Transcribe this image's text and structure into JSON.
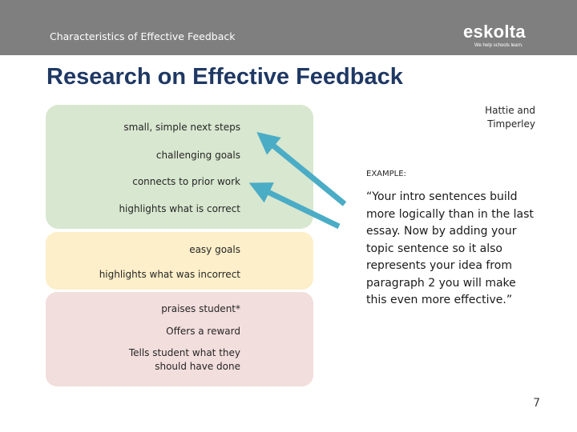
{
  "header": {
    "title": "Characteristics of Effective Feedback",
    "logo_text": "eskolta",
    "logo_tagline": "We help schools learn."
  },
  "slide": {
    "title": "Research on Effective Feedback",
    "attribution": "Hattie and\nTimperley",
    "items": [
      "small, simple next steps",
      "challenging goals",
      "connects to prior work",
      "highlights what is correct",
      "easy goals",
      "highlights what was incorrect",
      "praises student*",
      "Offers a reward",
      "Tells student what they\nshould have done"
    ],
    "example_label": "EXAMPLE:",
    "example_quote": "“Your intro sentences build more logically than in the last essay. Now by adding your topic sentence so it also represents your idea from paragraph 2 you will make this even more effective.”",
    "page_number": "7"
  },
  "colors": {
    "header_bar": "#7f7f7f",
    "title": "#1f3864",
    "effective_band": "#d8e7cf",
    "neutral_band": "#fcefc9",
    "ineffective_band": "#f2dedd",
    "arrow": "#4bacc6"
  }
}
